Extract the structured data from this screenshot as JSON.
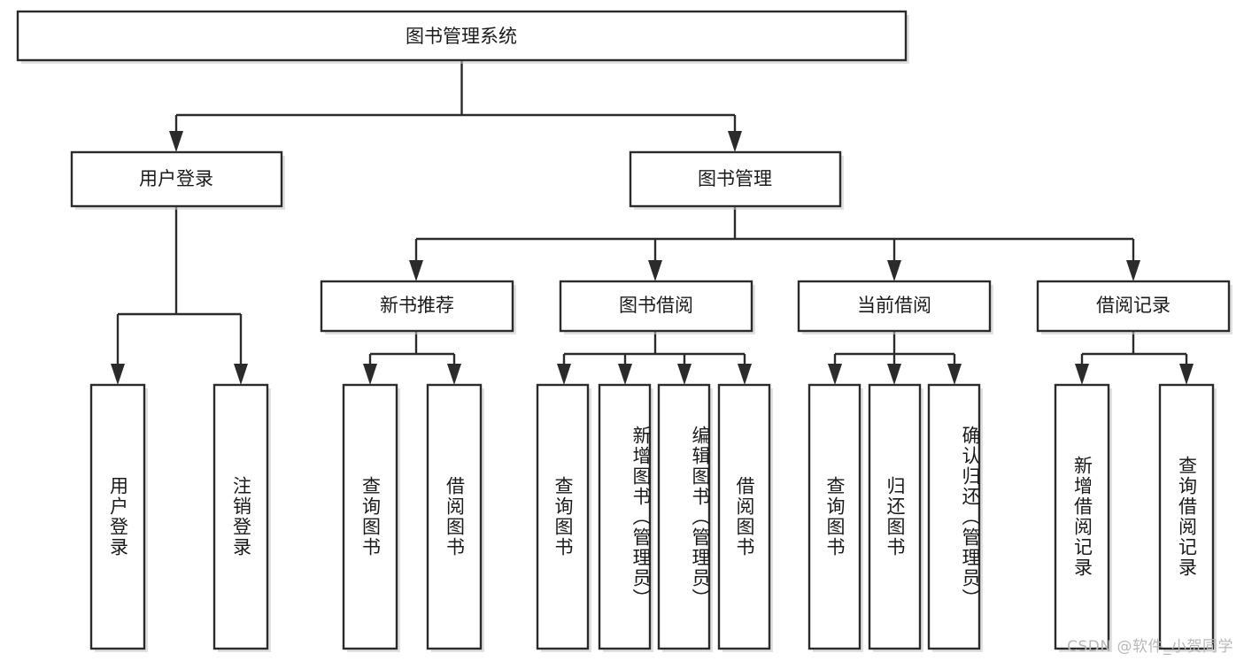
{
  "diagram": {
    "title": "图书管理系统",
    "watermark": "CSDN @软件_小贺同学",
    "type": "tree-hierarchy",
    "orientation": "top-down",
    "colors": {
      "box_fill": "#ffffff",
      "box_stroke": "#2b2b2b",
      "text": "#1a1a1a",
      "watermark": "#b8b8b8",
      "background": "#ffffff"
    },
    "root": {
      "label": "图书管理系统"
    },
    "level2": [
      {
        "label": "用户登录"
      },
      {
        "label": "图书管理"
      }
    ],
    "level3": [
      {
        "label": "新书推荐"
      },
      {
        "label": "图书借阅"
      },
      {
        "label": "当前借阅"
      },
      {
        "label": "借阅记录"
      }
    ],
    "leaves": {
      "user_login": [
        {
          "label": "用户登录"
        },
        {
          "label": "注销登录"
        }
      ],
      "new_book_recommend": [
        {
          "label": "查询图书"
        },
        {
          "label": "借阅图书"
        }
      ],
      "book_borrow": [
        {
          "label": "查询图书"
        },
        {
          "label": "新增图书（管理员）"
        },
        {
          "label": "编辑图书（管理员）"
        },
        {
          "label": "借阅图书"
        }
      ],
      "current_borrow": [
        {
          "label": "查询图书"
        },
        {
          "label": "归还图书"
        },
        {
          "label": "确认归还（管理员）"
        }
      ],
      "borrow_record": [
        {
          "label": "新增借阅记录"
        },
        {
          "label": "查询借阅记录"
        }
      ]
    }
  }
}
